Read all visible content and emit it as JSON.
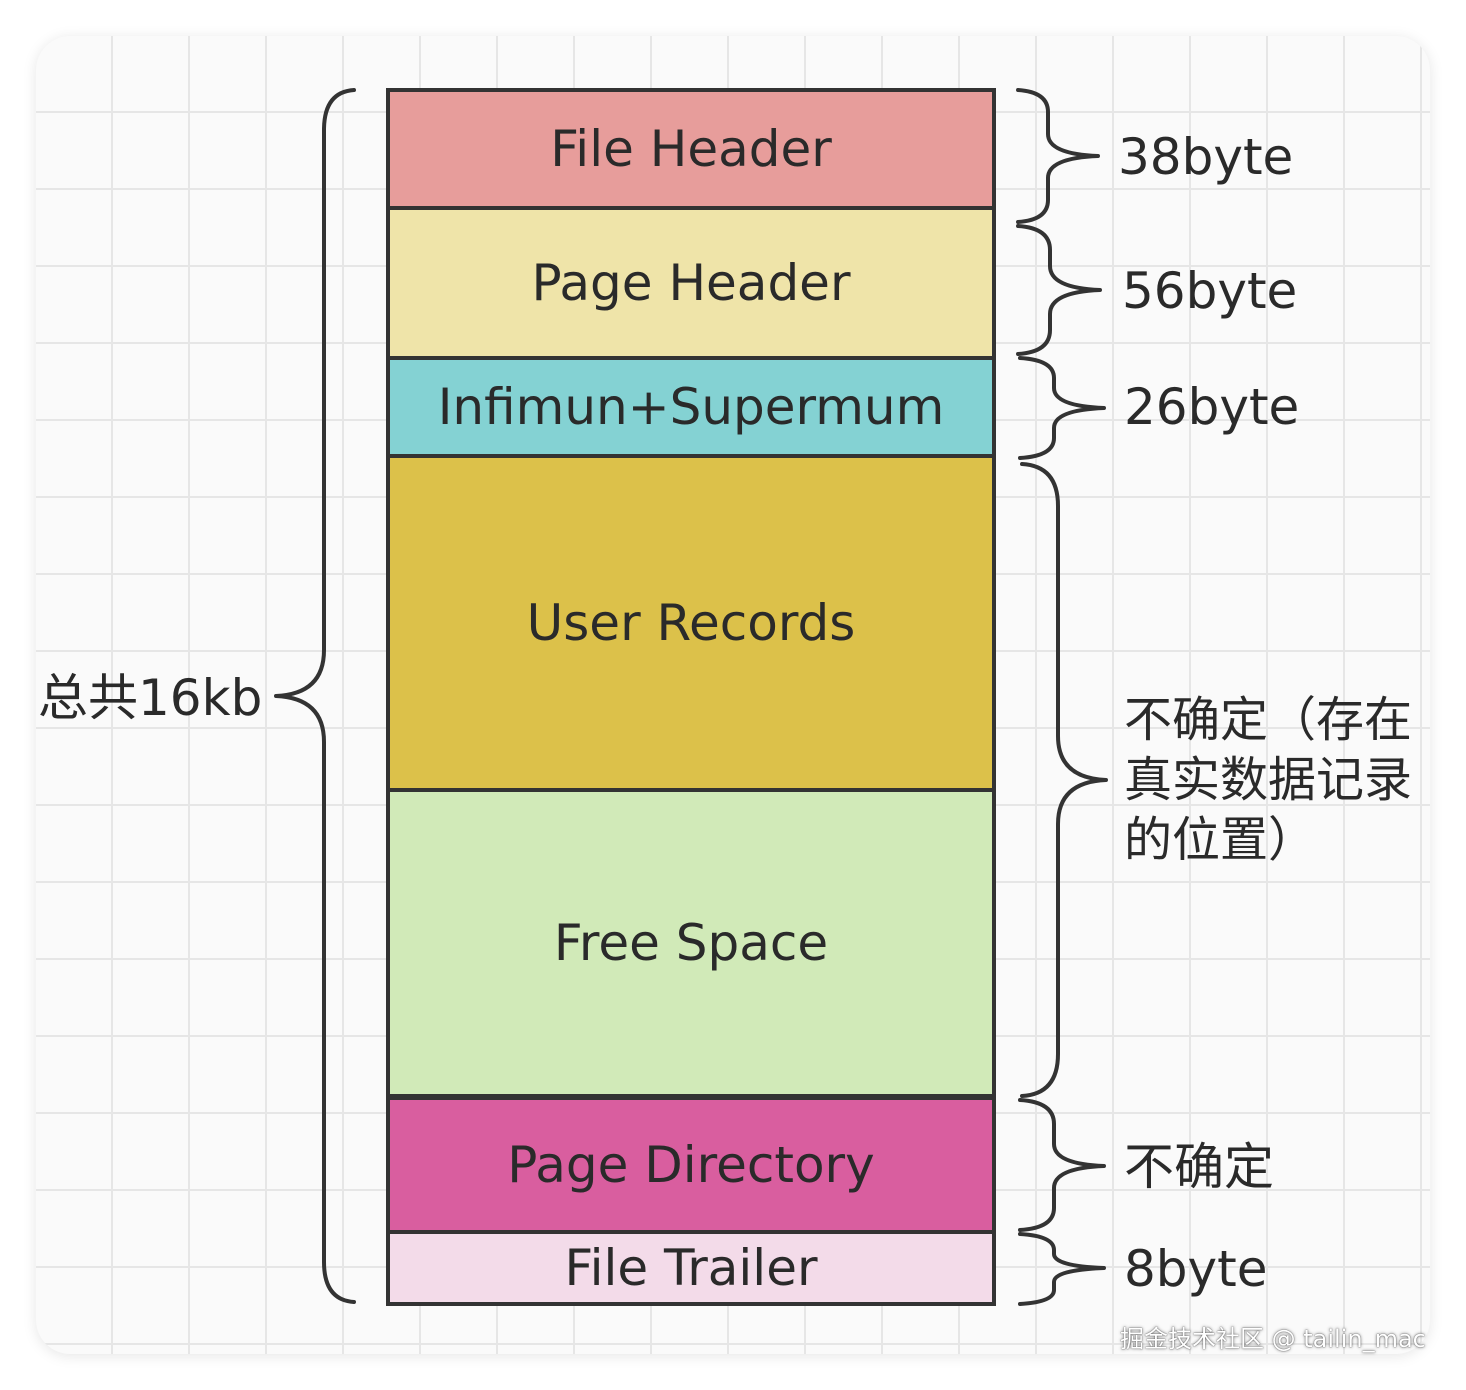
{
  "segments": [
    {
      "label": "File Header",
      "color": "#e79d9b",
      "size": "38byte"
    },
    {
      "label": "Page Header",
      "color": "#efe4a9",
      "size": "56byte"
    },
    {
      "label": "Infimun+Supermum",
      "color": "#84d2d3",
      "size": "26byte"
    },
    {
      "label": "User Records",
      "color": "#dcc14a",
      "size": ""
    },
    {
      "label": "Free Space",
      "color": "#d1eab8",
      "size": ""
    },
    {
      "label": "Page Directory",
      "color": "#d95e9f",
      "size": "不确定"
    },
    {
      "label": "File Trailer",
      "color": "#f3dbe9",
      "size": "8byte"
    }
  ],
  "total_label": "总共16kb",
  "variable_label": "不确定（存在真实数据记录的位置）",
  "watermark": "掘金技术社区 @ tailin_mac",
  "colors": {
    "outline": "#333333",
    "text": "#2a2a2a"
  }
}
